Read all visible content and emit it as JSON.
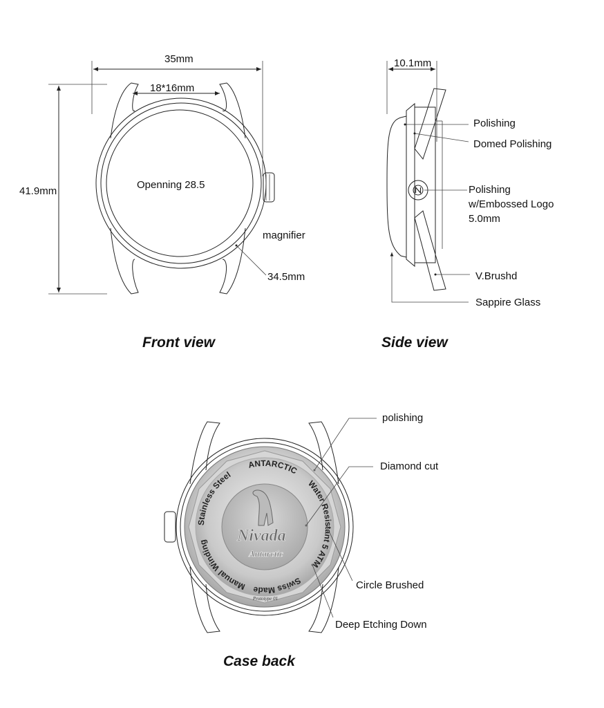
{
  "front_view": {
    "title": "Front view",
    "width": "35mm",
    "lug_width": "18*16mm",
    "height": "41.9mm",
    "opening": "Openning 28.5",
    "magnifier": "magnifier",
    "glass_diameter": "34.5mm"
  },
  "side_view": {
    "title": "Side view",
    "thickness": "10.1mm",
    "callouts": [
      "Polishing",
      "Domed Polishing",
      "Polishing",
      "w/Embossed Logo",
      "5.0mm",
      "V.Brushd",
      "Sappire Glass"
    ]
  },
  "case_back": {
    "title": "Case back",
    "callouts": [
      "polishing",
      "Diamond cut",
      "Circle Brushed",
      "Deep Etching Down"
    ],
    "engraving": {
      "top": "ANTARCTIC",
      "left": "Stainless Steel",
      "right": "Water Resistant 5 ATM",
      "bottom_right": "Swiss Made",
      "bottom_left": "Manual Winding",
      "brand": "Nivada",
      "sub_brand": "Antarctic",
      "prototype": "Prototype 01"
    }
  }
}
